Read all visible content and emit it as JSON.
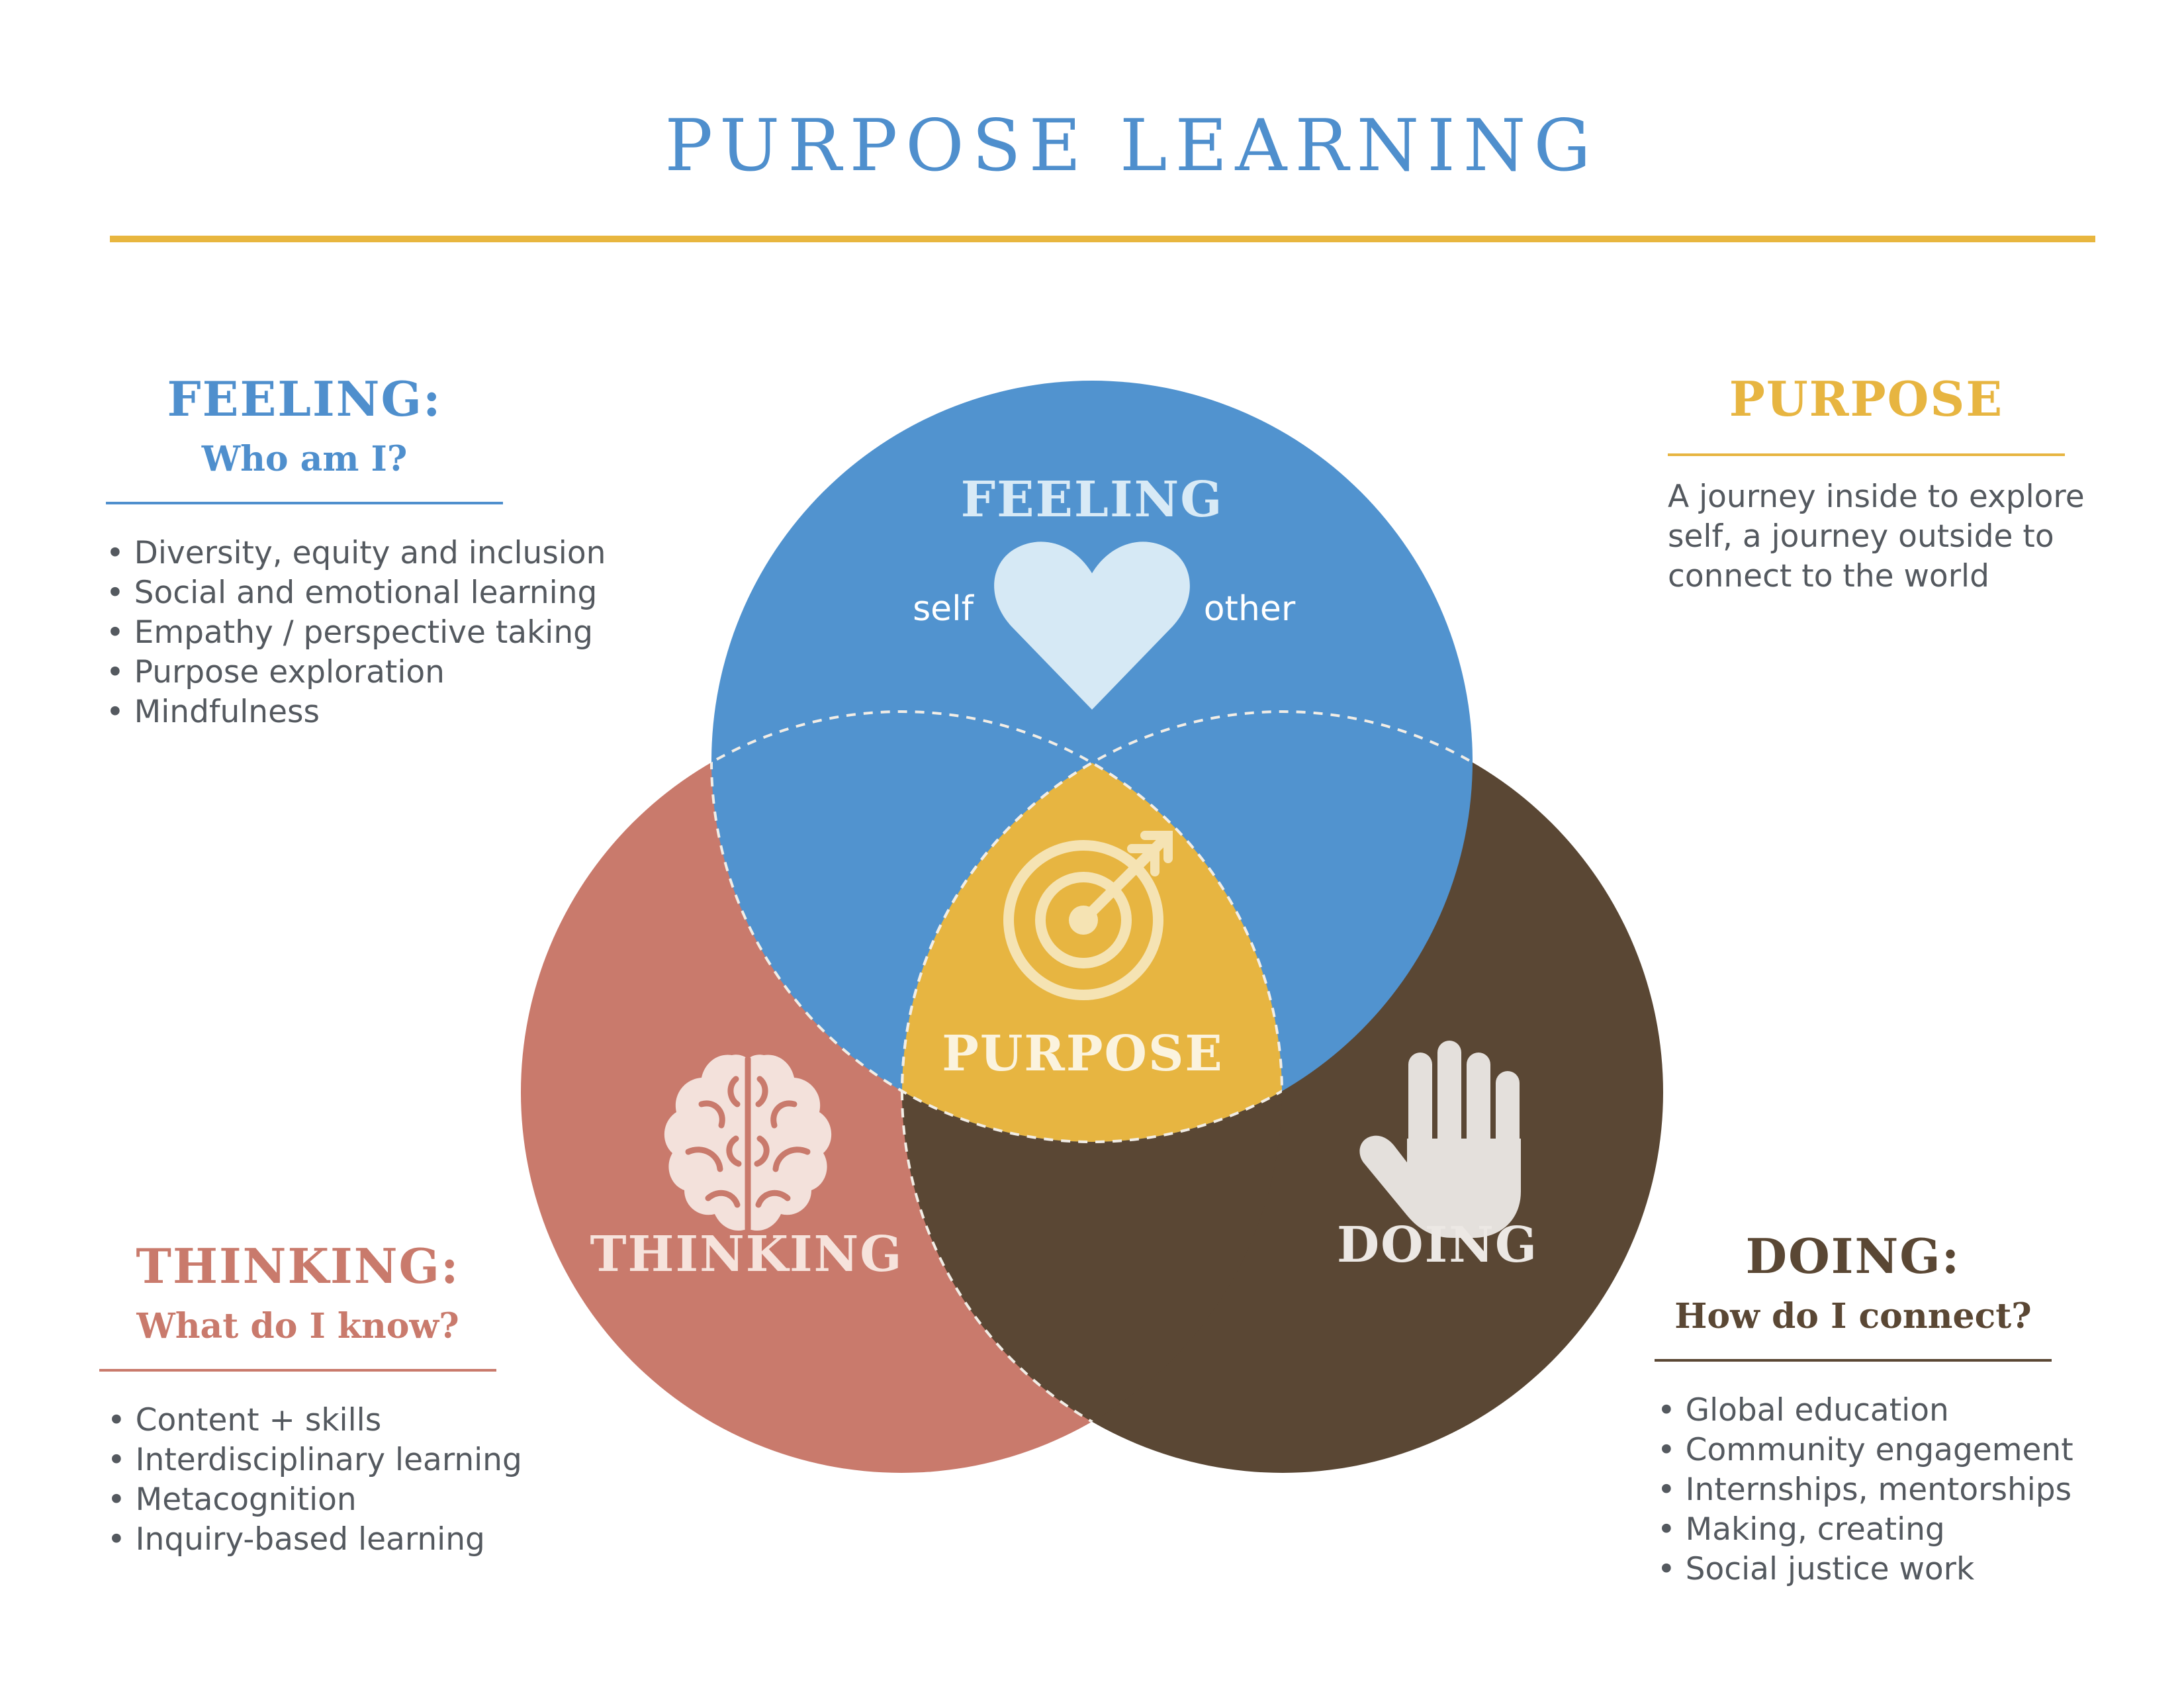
{
  "title": "PURPOSE LEARNING",
  "colors": {
    "feeling": "#5193cf",
    "thinking": "#c97a6c",
    "doing": "#5a4734",
    "purpose": "#e7b541",
    "accent_rule": "#e8b63f",
    "body_text": "#54595f"
  },
  "feeling_panel": {
    "heading": "FEELING:",
    "subheading": "Who am I?",
    "items": [
      "Diversity, equity and inclusion",
      "Social and emotional learning",
      "Empathy / perspective taking",
      "Purpose exploration",
      "Mindfulness"
    ]
  },
  "purpose_panel": {
    "heading": "PURPOSE",
    "text_lines": [
      "A journey inside to explore",
      "self, a journey outside to",
      "connect to the world"
    ]
  },
  "thinking_panel": {
    "heading": "THINKING:",
    "subheading": "What do I know?",
    "items": [
      "Content + skills",
      "Interdisciplinary learning",
      "Metacognition",
      "Inquiry-based learning"
    ]
  },
  "doing_panel": {
    "heading": "DOING:",
    "subheading": "How do I connect?",
    "items": [
      "Global education",
      "Community engagement",
      "Internships, mentorships",
      "Making, creating",
      "Social justice work"
    ]
  },
  "venn": {
    "feeling_label": "FEELING",
    "self_label": "self",
    "other_label": "other",
    "purpose_label": "PURPOSE",
    "thinking_label": "THINKING",
    "doing_label": "DOING",
    "icons": {
      "feeling": "heart-icon",
      "purpose": "target-arrow-icon",
      "thinking": "brain-icon",
      "doing": "hand-icon"
    }
  }
}
